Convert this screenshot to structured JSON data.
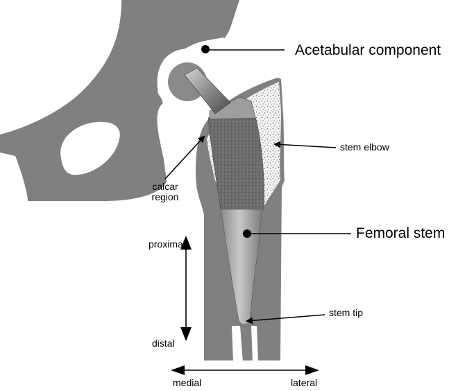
{
  "labels": {
    "acetabular_component": "Acetabular component",
    "stem_elbow": "stem elbow",
    "calcar_region_line1": "calcar",
    "calcar_region_line2": "region",
    "femoral_stem": "Femoral stem",
    "proximal": "proximal",
    "distal": "distal",
    "stem_tip": "stem tip",
    "medial": "medial",
    "lateral": "lateral"
  },
  "colors": {
    "bone": "#808080",
    "cement_base": "#f4f4f4",
    "cement_dots": "#7a7a7a",
    "stem_body": "#a8a8a8",
    "stem_coating": "#6e6e6e",
    "stem_polished": "#b9b9b9",
    "neck_metal": "#9a9a9a",
    "arrow": "#000000"
  }
}
